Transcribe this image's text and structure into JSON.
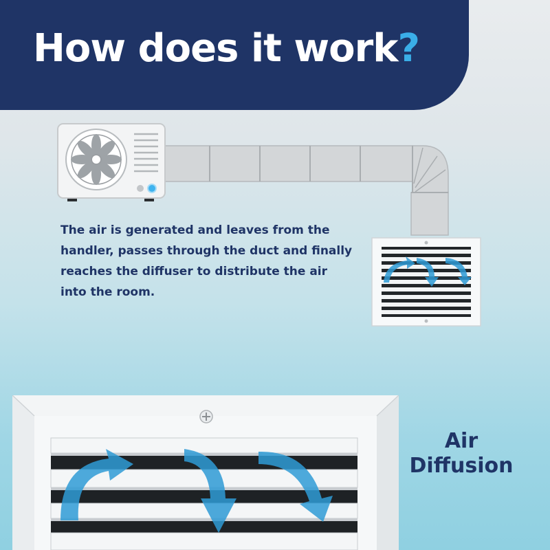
{
  "header": {
    "title_main": "How does it work",
    "title_accent": "?",
    "accent_color": "#3aaee8",
    "banner_color": "#1f3466"
  },
  "body": {
    "description": "The air is generated and leaves from the handler, passes through the duct and finally reaches the diffuser to distribute the air into the room."
  },
  "label": {
    "line1": "Air",
    "line2": "Diffusion"
  },
  "illustrations": {
    "unit_icon": "air-handler-icon",
    "duct_icon": "duct-icon",
    "small_diffuser_icon": "diffuser-icon",
    "large_diffuser_icon": "diffuser-closeup-icon",
    "airflow_color": "#2f9bd6"
  }
}
